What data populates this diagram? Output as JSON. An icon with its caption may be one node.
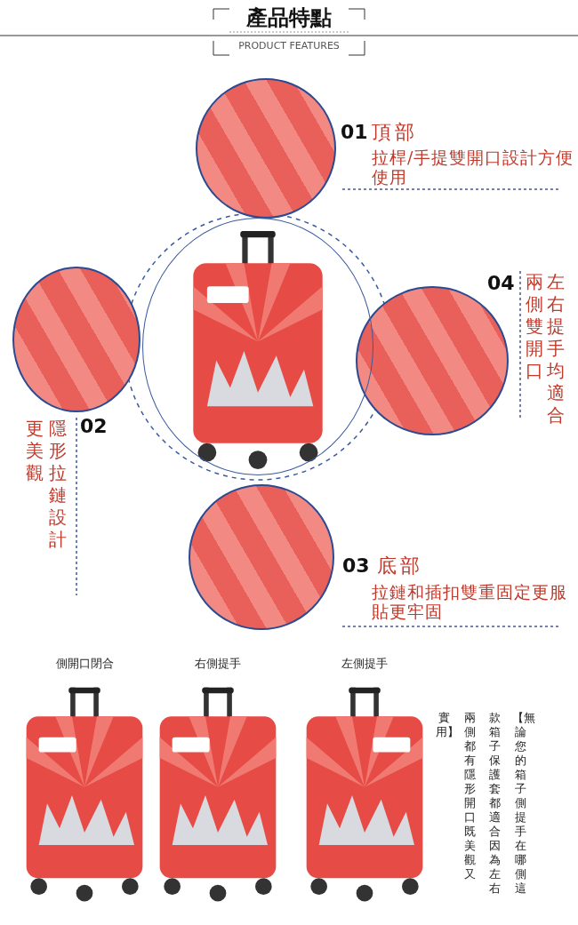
{
  "diagram": {
    "title": "產品特點",
    "nodes": [
      {
        "text": [],
        "shape": "picture"
      },
      {
        "text": [],
        "shape": "picture",
        "beside": [
          "01",
          "頂部",
          "拉桿/手提雙開口設計方便使用"
        ]
      },
      {
        "text": [],
        "shape": "picture",
        "beside": [
          "02",
          "隱形拉鏈設計",
          "更美觀"
        ]
      },
      {
        "text": [],
        "shape": "picture",
        "beside": [
          "04",
          "左右提手均適合",
          "兩側雙開口"
        ]
      },
      {
        "text": [],
        "shape": "picture",
        "beside": [
          "03",
          "底部",
          "拉鏈和插扣雙重固定更服貼更牢固"
        ]
      },
      {
        "text": [],
        "shape": "picture",
        "beside": [
          "側開口閉合"
        ]
      },
      {
        "text": [],
        "shape": "picture",
        "beside": [
          "右側提手"
        ]
      },
      {
        "text": [],
        "shape": "picture",
        "beside": [
          "左側提手"
        ]
      }
    ],
    "edges": [],
    "labels": [
      "PRODUCT FEATURES",
      "【無論您的箱子側提手在哪側這款箱子保護套都適合因為左右兩側都有隱形開口既美觀又實用】"
    ]
  }
}
